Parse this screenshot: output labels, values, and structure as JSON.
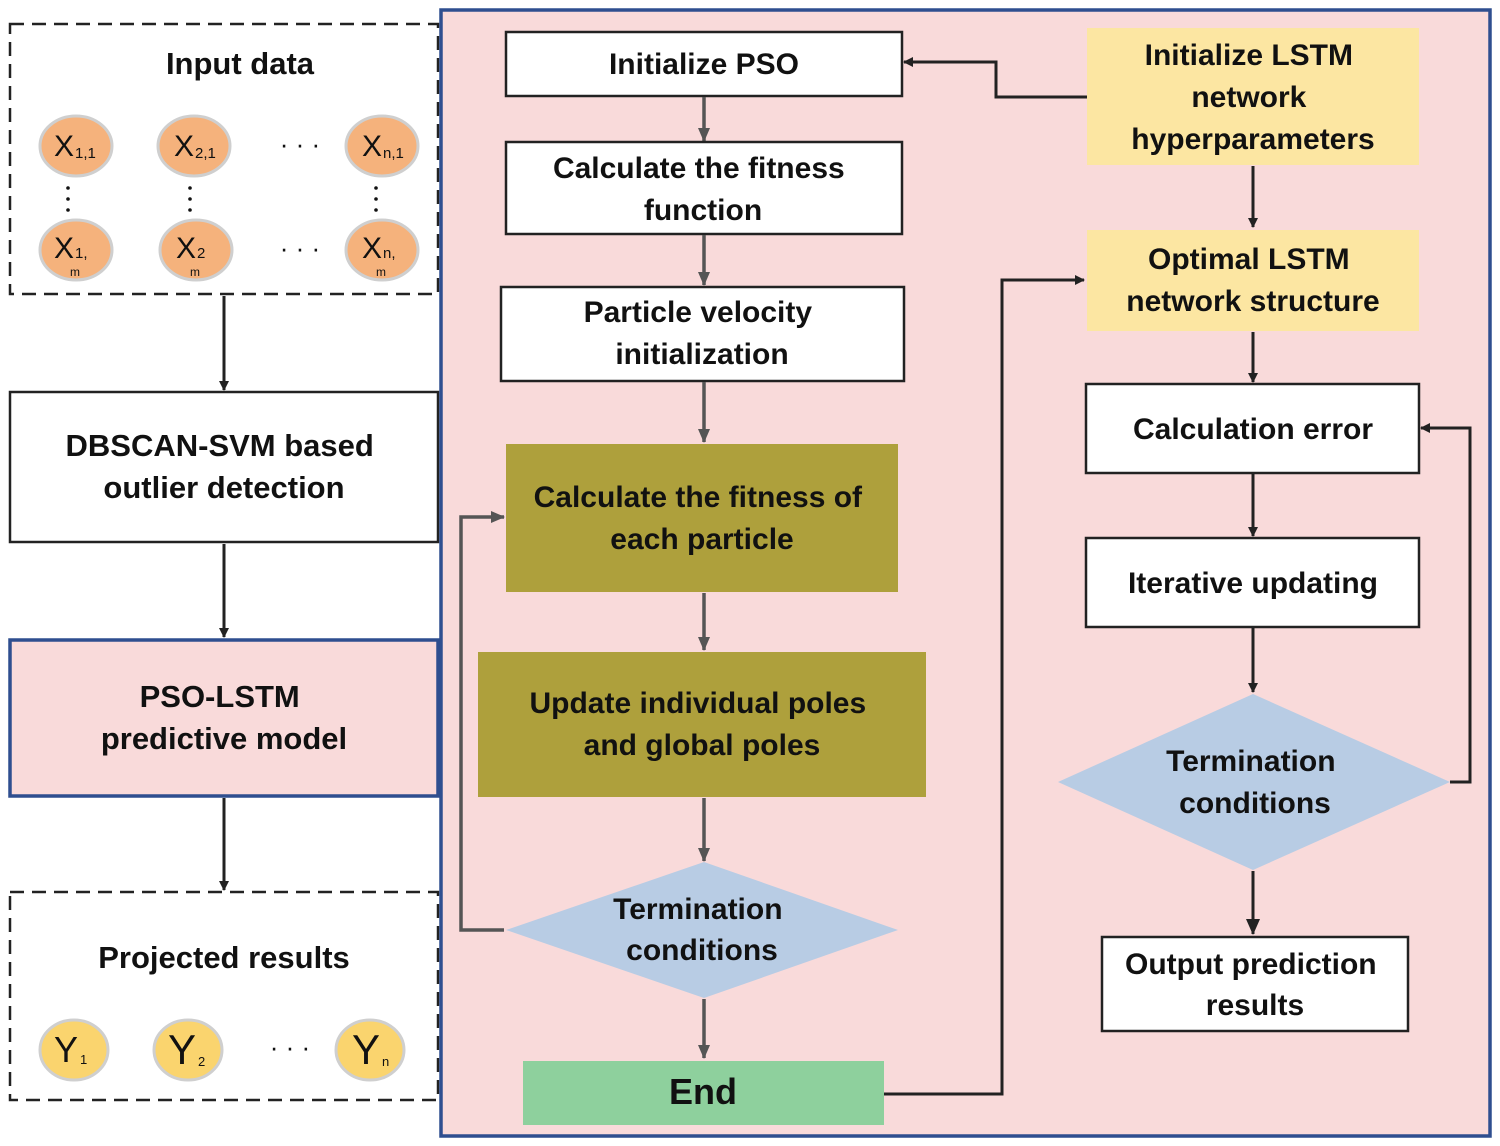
{
  "colors": {
    "panel_fill": "#f9dada",
    "panel_border": "#2f4e8f",
    "yellow_box": "#fce6a2",
    "olive_box": "#aea03c",
    "diamond": "#b8cce4",
    "end_box": "#8ed09d",
    "node_x": "#f5b27c",
    "node_y": "#fad46e",
    "arrow_dark": "#222222",
    "arrow_grey": "#555555"
  },
  "left": {
    "input_title": "Input data",
    "input_nodes_top": [
      {
        "base": "X",
        "sub": "1,1"
      },
      {
        "base": "X",
        "sub": "2,1"
      },
      {
        "base": "X",
        "sub": "n,1"
      }
    ],
    "input_nodes_bottom": [
      {
        "base": "X",
        "sub": "1,",
        "sub2": "m"
      },
      {
        "base": "X",
        "sub": "2",
        "sub2": "m"
      },
      {
        "base": "X",
        "sub": "n,",
        "sub2": "m"
      }
    ],
    "ellipsis": "· · ·",
    "outlier_box": [
      "DBSCAN-SVM based",
      "outlier detection"
    ],
    "model_box": [
      "PSO-LSTM",
      "predictive model"
    ],
    "output_title": "Projected results",
    "output_nodes": [
      {
        "base": "Y",
        "sub": "1"
      },
      {
        "base": "Y",
        "sub": "2"
      },
      {
        "base": "Y",
        "sub": "n"
      }
    ]
  },
  "pso": {
    "init": "Initialize PSO",
    "fitness_fn": [
      "Calculate the fitness",
      "function"
    ],
    "velocity": [
      "Particle velocity",
      "initialization"
    ],
    "fitness_particle": [
      "Calculate the fitness of",
      "each particle"
    ],
    "update_poles": [
      "Update individual poles",
      "and global poles"
    ],
    "termination": [
      "Termination",
      "conditions"
    ],
    "end": "End"
  },
  "lstm": {
    "init": [
      "Initialize LSTM",
      "network",
      "hyperparameters"
    ],
    "optimal": [
      "Optimal LSTM",
      "network structure"
    ],
    "calc_error": "Calculation error",
    "iterative": "Iterative updating",
    "termination": [
      "Termination",
      "conditions"
    ],
    "output": [
      "Output prediction",
      "results"
    ]
  }
}
